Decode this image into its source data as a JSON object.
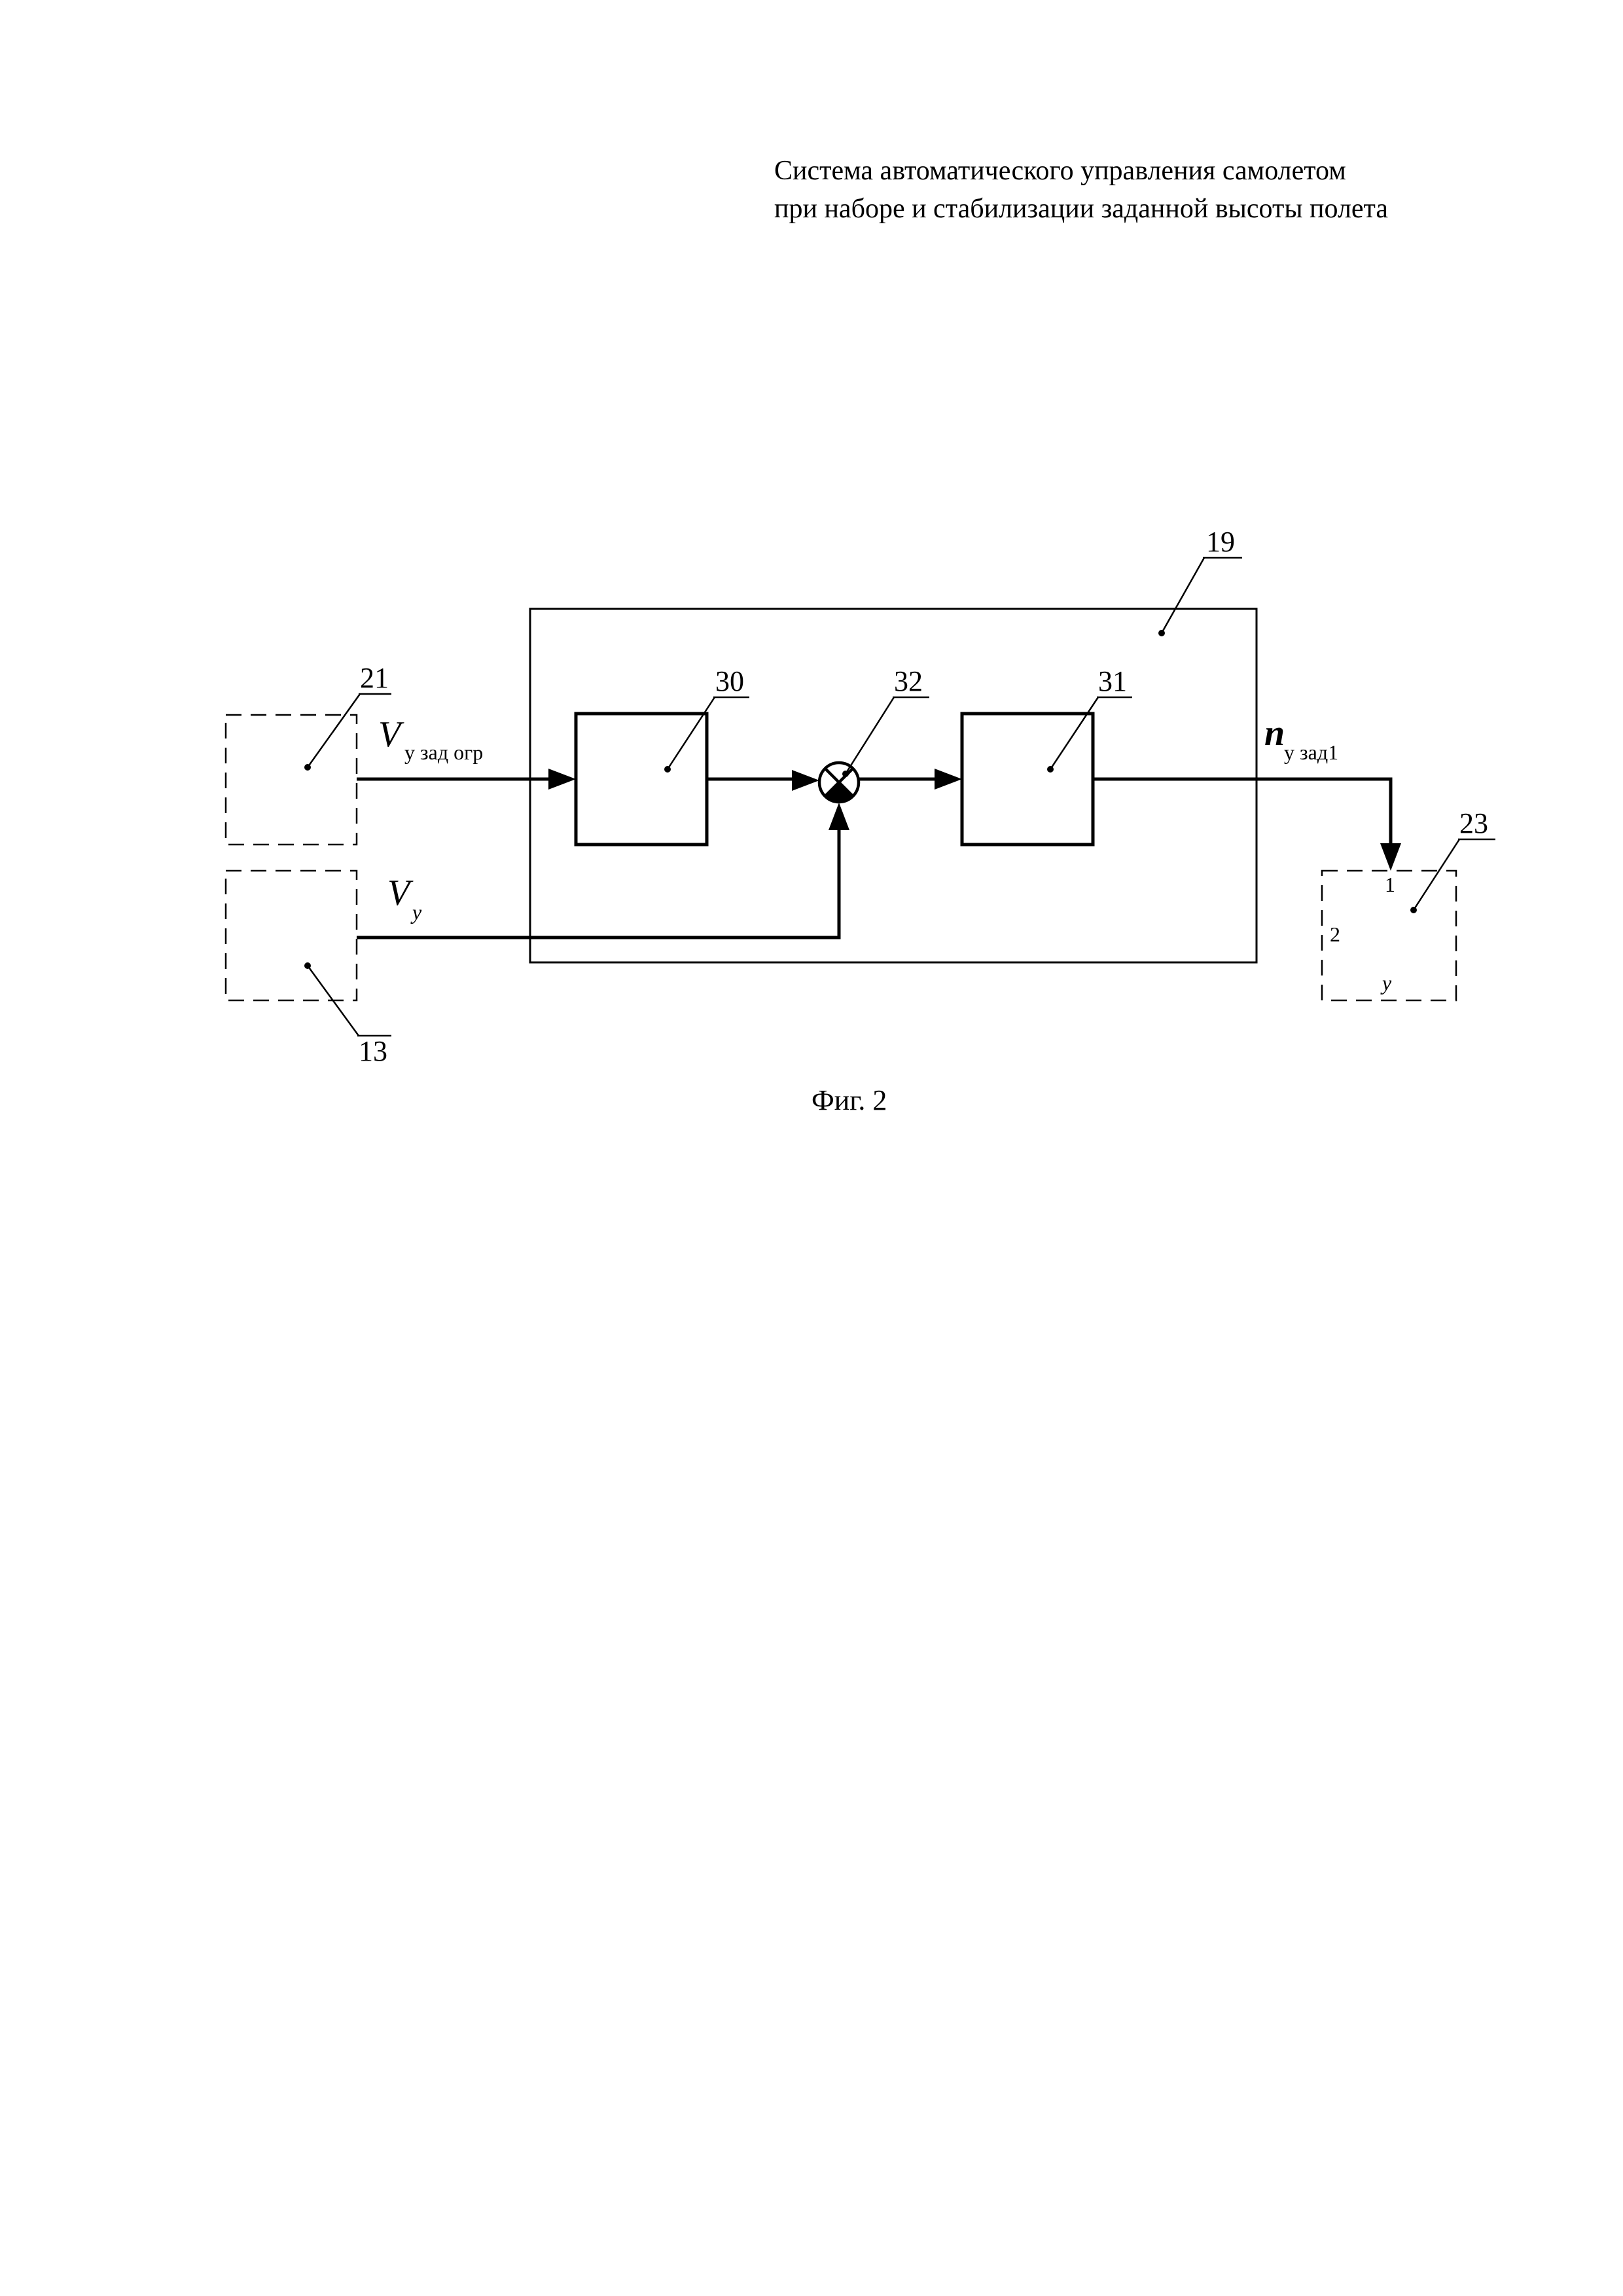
{
  "title": {
    "line1": "Система автоматического управления самолетом",
    "line2": "при наборе и стабилизации заданной высоты полета"
  },
  "caption": "Фиг. 2",
  "blocks": {
    "b19": "19",
    "b21": "21",
    "b13": "13",
    "b30": "30",
    "b32": "32",
    "b31": "31",
    "b23": "23"
  },
  "signals": {
    "vy_zad_ogr_main": "V",
    "vy_zad_ogr_sub": "y зад огр",
    "vy_main": "V",
    "vy_sub": "y",
    "ny_zad1_main": "n",
    "ny_zad1_sub": "y зад1"
  },
  "block23_ports": {
    "p1": "1",
    "p2": "2",
    "py": "y"
  }
}
